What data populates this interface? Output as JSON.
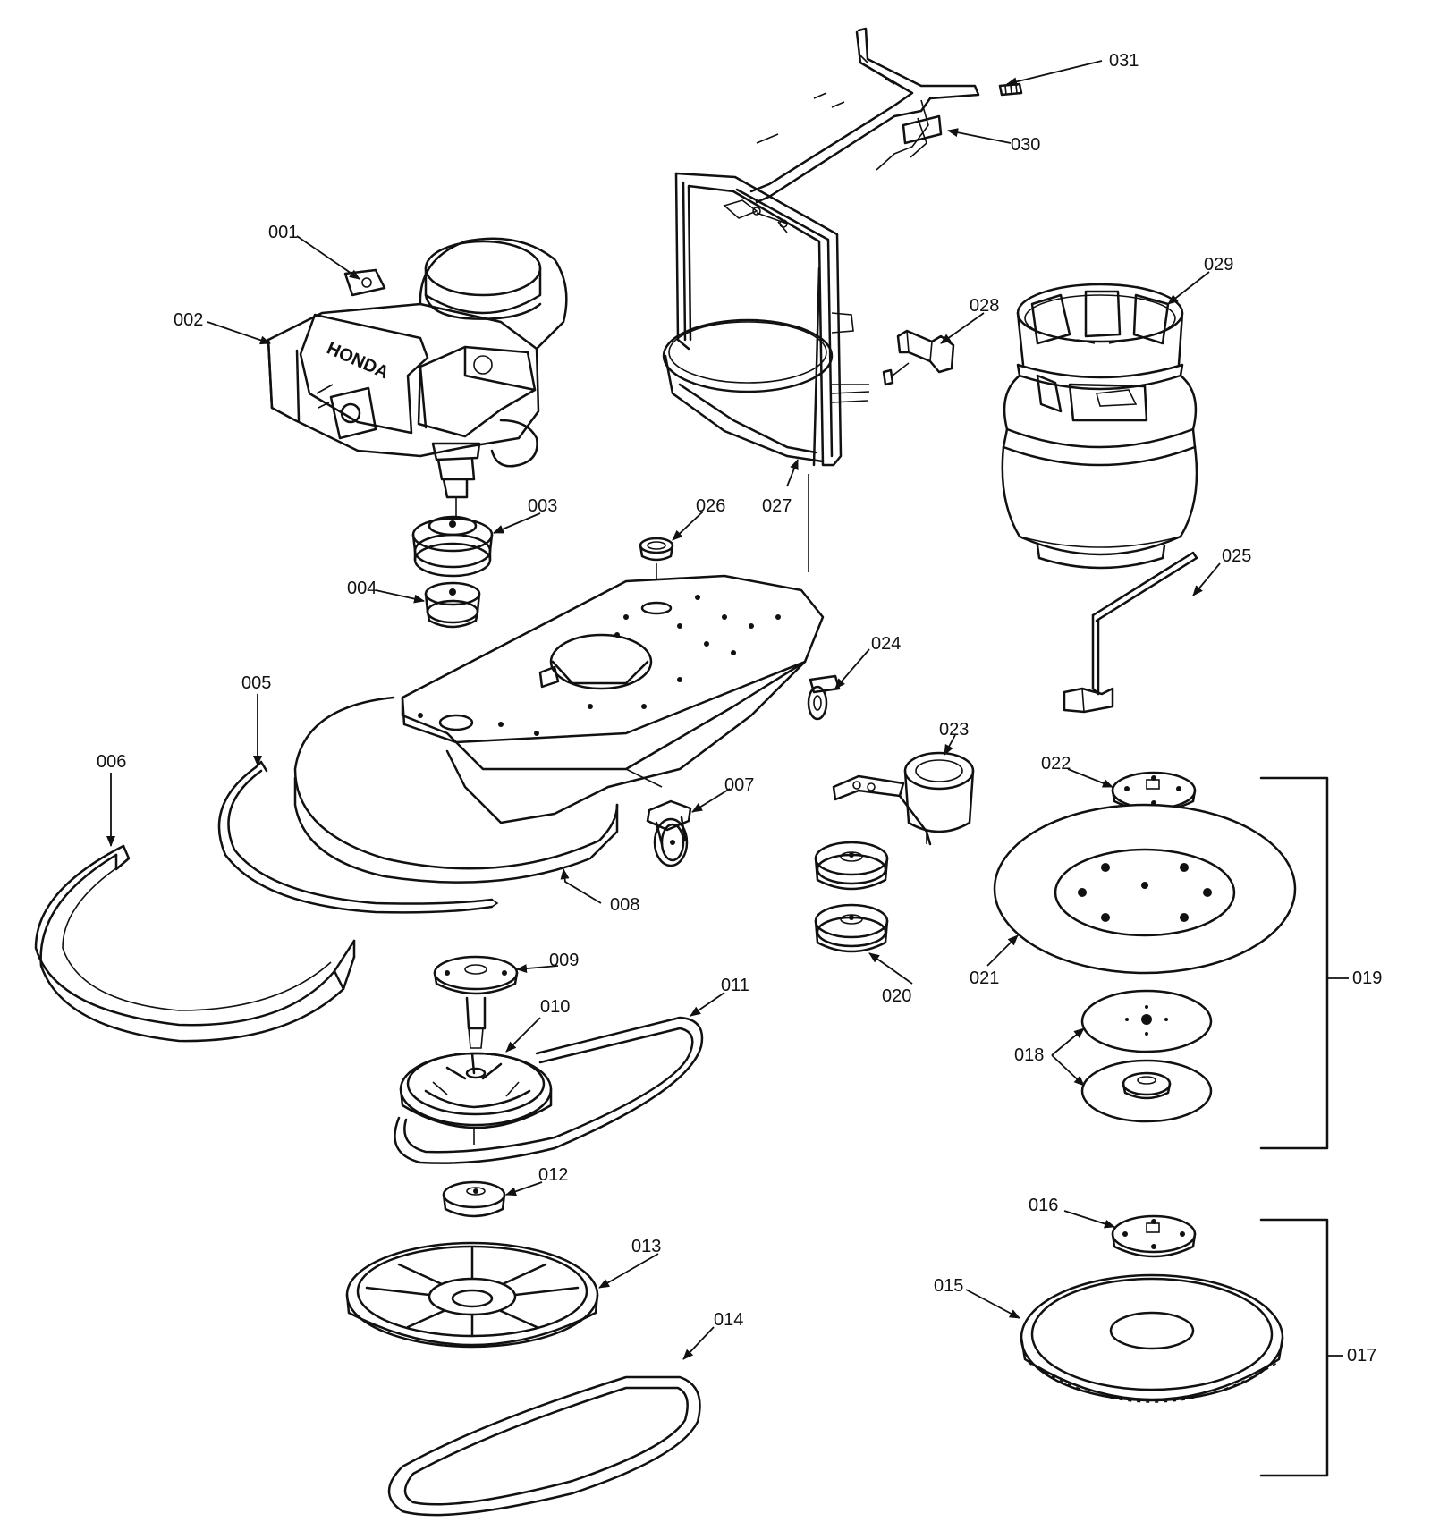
{
  "brand_text": "HONDA",
  "callouts": [
    {
      "id": "001"
    },
    {
      "id": "002"
    },
    {
      "id": "003"
    },
    {
      "id": "004"
    },
    {
      "id": "005"
    },
    {
      "id": "006"
    },
    {
      "id": "007"
    },
    {
      "id": "008"
    },
    {
      "id": "009"
    },
    {
      "id": "010"
    },
    {
      "id": "011"
    },
    {
      "id": "012"
    },
    {
      "id": "013"
    },
    {
      "id": "014"
    },
    {
      "id": "015"
    },
    {
      "id": "016"
    },
    {
      "id": "017"
    },
    {
      "id": "018"
    },
    {
      "id": "019"
    },
    {
      "id": "020"
    },
    {
      "id": "021"
    },
    {
      "id": "022"
    },
    {
      "id": "023"
    },
    {
      "id": "024"
    },
    {
      "id": "025"
    },
    {
      "id": "026"
    },
    {
      "id": "027"
    },
    {
      "id": "028"
    },
    {
      "id": "029"
    },
    {
      "id": "030"
    },
    {
      "id": "031"
    }
  ]
}
